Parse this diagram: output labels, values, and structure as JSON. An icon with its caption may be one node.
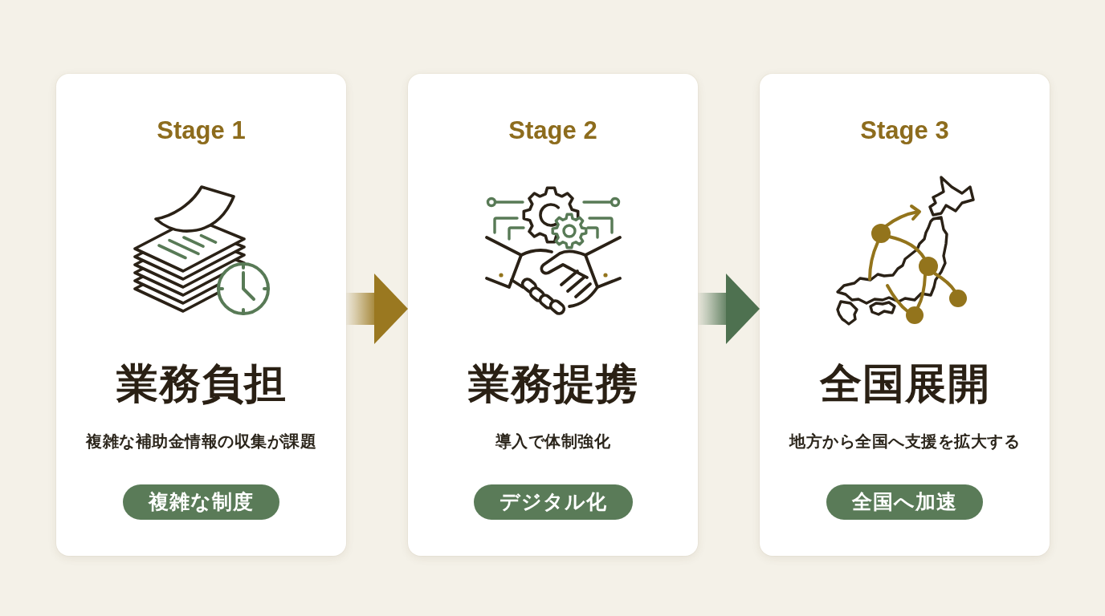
{
  "diagram": {
    "nodes": [
      {
        "text": [
          "Stage 1",
          "業務負担",
          "複雑な補助金情報の収集が課題"
        ]
      },
      {
        "text": [
          "複雑な制度"
        ],
        "in": 0
      },
      {
        "text": [
          "Stage 2",
          "業務提携",
          "導入で体制強化"
        ]
      },
      {
        "text": [
          "デジタル化"
        ],
        "in": 2
      },
      {
        "text": [
          "Stage 3",
          "全国展開",
          "地方から全国へ支援を拡大する"
        ]
      },
      {
        "text": [
          "全国へ加速"
        ],
        "in": 4
      }
    ],
    "edges": [
      {
        "from": 0,
        "to": 2,
        "arrow": "to",
        "color": "#9a7820"
      },
      {
        "from": 2,
        "to": 4,
        "arrow": "to",
        "color": "#4e7150"
      }
    ]
  }
}
